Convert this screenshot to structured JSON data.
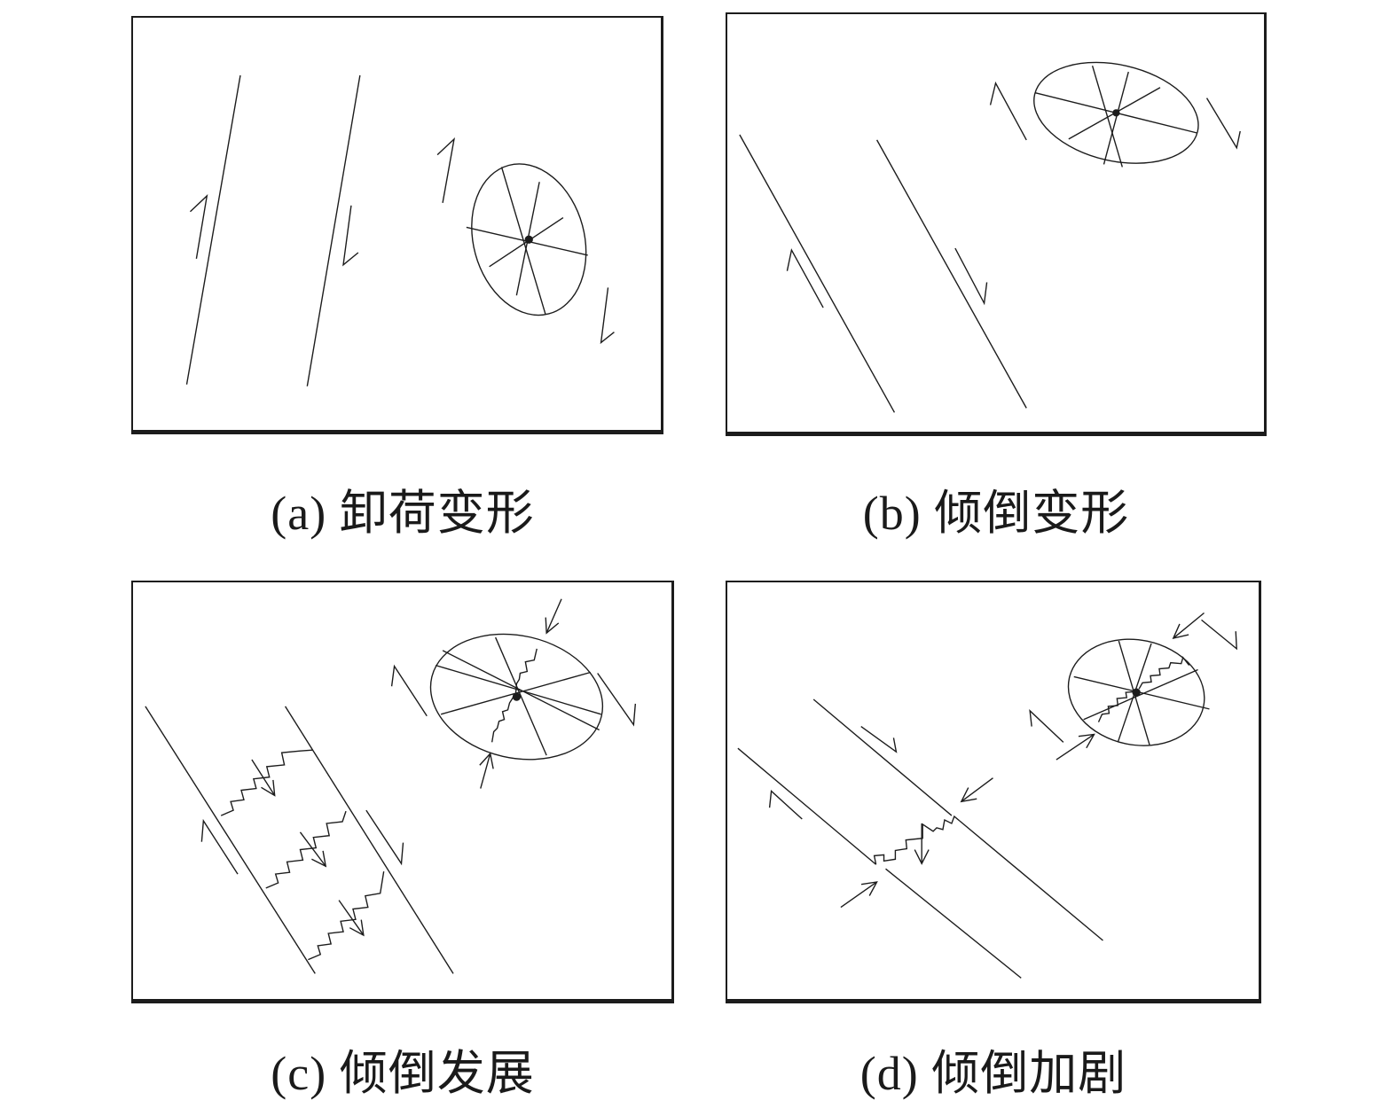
{
  "figure": {
    "background_color": "#ffffff",
    "ink_color": "#1c1c1c",
    "panels": [
      {
        "id": "a",
        "caption": "(a) 卸荷变形"
      },
      {
        "id": "b",
        "caption": "(b) 倾倒变形"
      },
      {
        "id": "c",
        "caption": "(c) 倾倒发展"
      },
      {
        "id": "d",
        "caption": "(d) 倾倒加剧"
      }
    ]
  }
}
